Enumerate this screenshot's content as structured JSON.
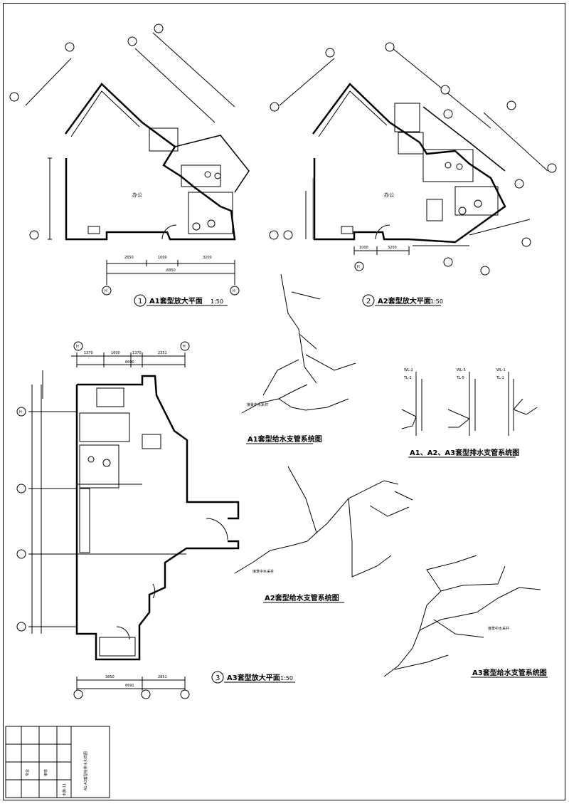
{
  "drawings": {
    "a1_plan": {
      "number": "1",
      "title": "A1套型放大平面",
      "scale": "1:50",
      "room": "办公",
      "dims_bottom": [
        "2650",
        "1000",
        "3200"
      ],
      "dim_total": "6850"
    },
    "a2_plan": {
      "number": "2",
      "title": "A2套型放大平面",
      "scale": "1:50",
      "room": "办公",
      "dims_bottom": [
        "1000",
        "3200"
      ]
    },
    "a3_plan": {
      "number": "3",
      "title": "A3套型放大平面",
      "scale": "1:50",
      "dims_top": [
        "1370",
        "1600",
        "1370",
        "2351"
      ],
      "dim_total": "6690",
      "dims_bottom": [
        "3850",
        "2851"
      ],
      "dim_total_bottom": "6691"
    },
    "a1_supply": {
      "title": "A1套型给水支管系统图",
      "note": "接景中水采井"
    },
    "a2_supply": {
      "title": "A2套型给水支管系统图",
      "note": "接景中水采井"
    },
    "a3_supply": {
      "title": "A3套型给水支管系统图",
      "note": "接景中水采井"
    },
    "drainage": {
      "title": "A1、A2、A3套型排水支管系统图",
      "risers": [
        [
          "WL-2",
          "TL-2"
        ],
        [
          "WL-5",
          "TL-5"
        ],
        [
          "WL-1",
          "TL-1"
        ]
      ]
    }
  },
  "axis_labels": [
    "H",
    "H",
    "H",
    "H",
    "H",
    "H"
  ],
  "title_block": {
    "drawing_name": "A1-A3套型给排水大样图",
    "col1": "专业",
    "col2": "审核",
    "sheet_no": "水施-11"
  }
}
